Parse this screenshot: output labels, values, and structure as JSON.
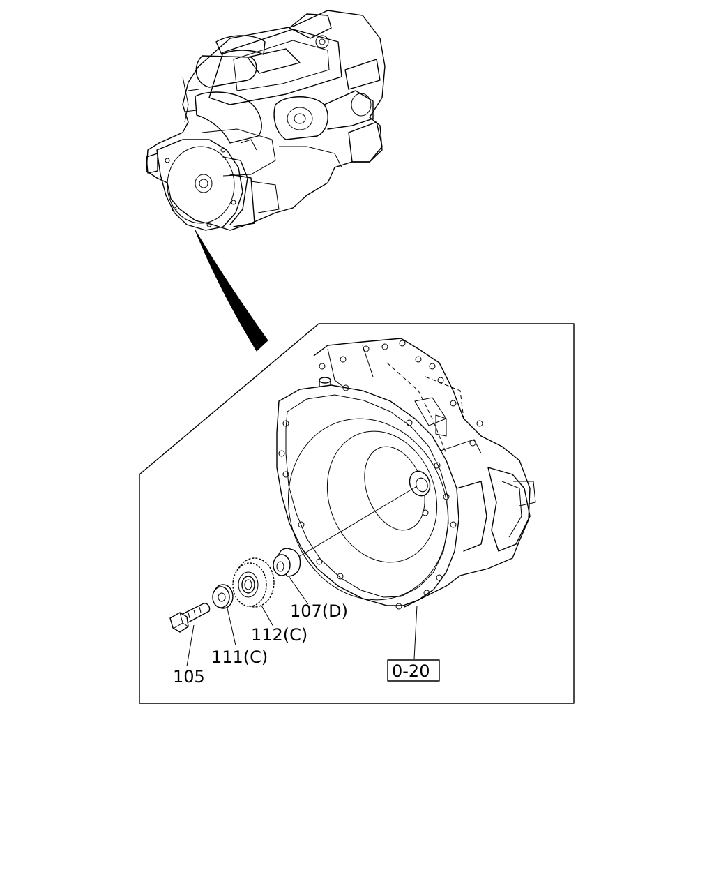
{
  "callouts": {
    "p105": "105",
    "p111": "111(C)",
    "p112": "112(C)",
    "p107": "107(D)",
    "ref": "0-20"
  }
}
